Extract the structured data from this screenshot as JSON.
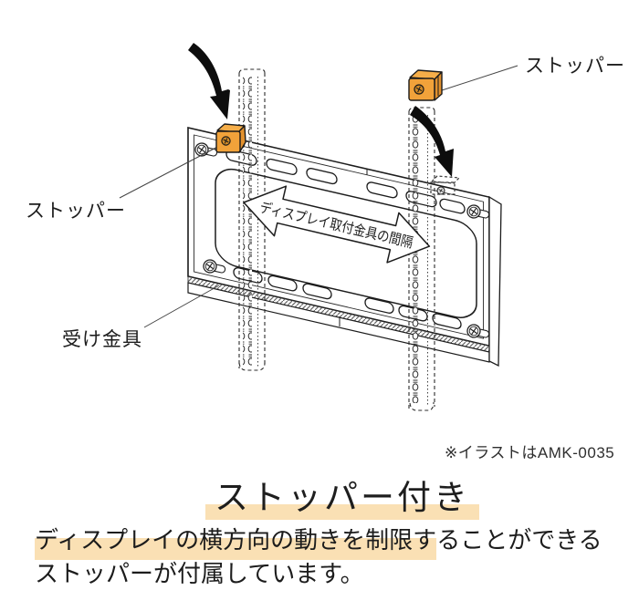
{
  "diagram": {
    "labels": {
      "stopper_right": "ストッパー",
      "stopper_left": "ストッパー",
      "receiver": "受け金具",
      "arrow_span": "ディスプレイ取付金具の間隔",
      "note": "※イラストはAMK-0035"
    },
    "colors": {
      "stopper_front": "#F1A23A",
      "stopper_top": "#F6AE49",
      "stopper_side": "#E2912E",
      "stopper_screw": "#D18A26",
      "outline": "#1c1c1c",
      "highlight": "#FAE0B4"
    }
  },
  "caption": {
    "title": "ストッパー付き",
    "body_highlight": "ディスプレイの横方向の動きを制限す",
    "body_rest": "ることができる",
    "body_line2": "ストッパーが付属しています。"
  }
}
